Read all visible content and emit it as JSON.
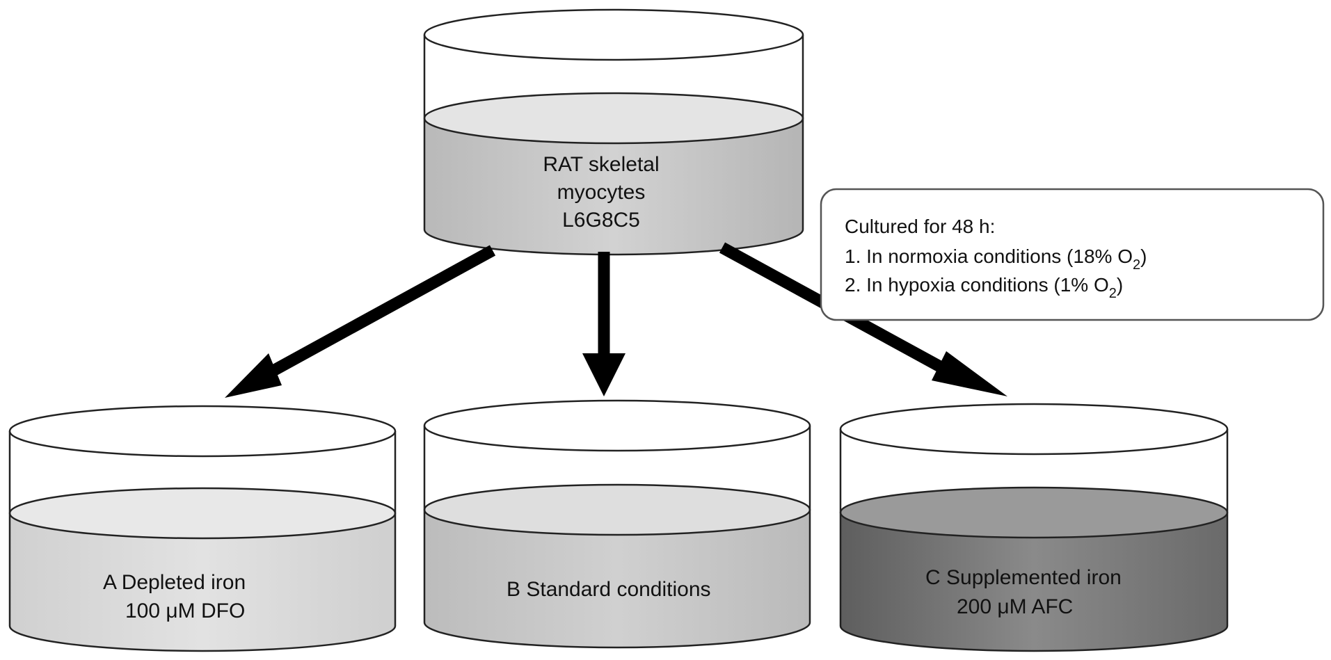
{
  "source_dish": {
    "label_lines": [
      "RAT skeletal",
      "myocytes",
      "L6G8C5"
    ]
  },
  "note": {
    "title": "Cultured for 48 h:",
    "items": [
      {
        "prefix": "1. In normoxia conditions (18% O",
        "subscript": "2",
        "suffix": ")"
      },
      {
        "prefix": "2. In hypoxia conditions (1% O",
        "subscript": "2",
        "suffix": ")"
      }
    ]
  },
  "dishes": [
    {
      "id": "A",
      "line1": "A   Depleted iron",
      "line2": "100 μM DFO",
      "fill_color": "#d9d9d9"
    },
    {
      "id": "B",
      "line1": "B   Standard conditions",
      "line2": "",
      "fill_color": "#c6c6c6"
    },
    {
      "id": "C",
      "line1": "C   Supplemented iron",
      "line2": "200 μM AFC",
      "fill_color": "#7a7a7a"
    }
  ],
  "colors": {
    "source_fill": "#c4c4c4",
    "outline": "#222222",
    "arrow": "#000000"
  }
}
